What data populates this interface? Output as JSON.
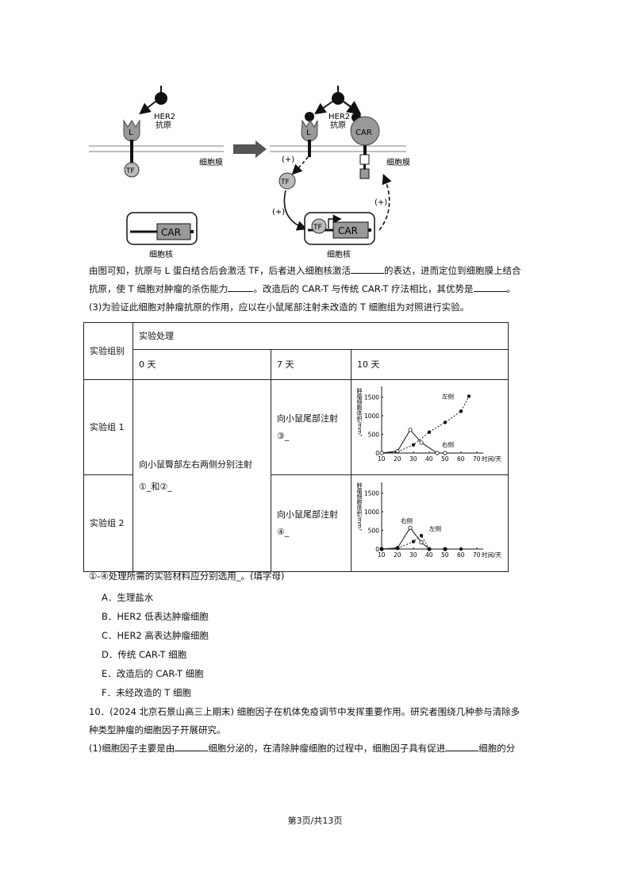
{
  "diagram": {
    "antigen_label_line1": "HER2",
    "antigen_label_line2": "抗原",
    "receptor_label": "L",
    "car_label": "CAR",
    "tf_label": "TF",
    "plus_label": "(+)",
    "membrane_label": "细胞膜",
    "nucleus_label": "细胞核"
  },
  "para1": {
    "line1_a": "由图可知，抗原与 L 蛋白结合后会激活 TF，后者进入细胞核激活",
    "line1_b": "的表达，进而定位到细胞膜上结合",
    "line2_a": "抗原，使 T 细胞对肿瘤的杀伤能力",
    "line2_b": "。改造后的 CAR-T 与传统 CAR-T 疗法相比，其优势是",
    "line2_c": "。",
    "line3": "(3)为验证此细胞对肿瘤抗原的作用，应以在小鼠尾部注射未改造的 T 细胞组为对照进行实验。"
  },
  "table": {
    "header_group": "实验组别",
    "header_treatment": "实验处理",
    "day0": "0 天",
    "day7": "7 天",
    "day10": "10 天",
    "group1": "实验组 1",
    "group2": "实验组 2",
    "day0_treatment_a": "向小鼠臀部左右两侧分别注射",
    "day0_treatment_b": "①_和②_",
    "g1_day7_a": "向小鼠尾部注射",
    "g1_day7_b": "③_",
    "g2_day7_a": "向小鼠尾部注射",
    "g2_day7_b": "④_"
  },
  "chart_data": [
    {
      "type": "line",
      "ylabel": "肿瘤细胞体积/mm³",
      "xlabel": "时间/天",
      "x_ticks": [
        10,
        20,
        30,
        40,
        50,
        60,
        70
      ],
      "y_ticks": [
        0,
        500,
        1000,
        1500
      ],
      "xlim": [
        10,
        70
      ],
      "ylim": [
        0,
        1700
      ],
      "series": [
        {
          "name": "左侧",
          "style": "dashed-filled",
          "x": [
            10,
            20,
            30,
            40,
            50,
            60,
            65
          ],
          "y": [
            0,
            30,
            220,
            560,
            820,
            1120,
            1520
          ]
        },
        {
          "name": "右侧",
          "style": "solid-open",
          "x": [
            10,
            20,
            28,
            35,
            45,
            50
          ],
          "y": [
            0,
            50,
            620,
            280,
            0,
            0
          ]
        }
      ]
    },
    {
      "type": "line",
      "ylabel": "肿瘤细胞体积/mm³",
      "xlabel": "时间/天",
      "x_ticks": [
        10,
        20,
        30,
        40,
        50,
        60,
        70
      ],
      "y_ticks": [
        0,
        500,
        1000,
        1500
      ],
      "xlim": [
        10,
        70
      ],
      "ylim": [
        0,
        1700
      ],
      "series": [
        {
          "name": "右侧",
          "style": "solid-open",
          "x": [
            10,
            20,
            28,
            35,
            40,
            50
          ],
          "y": [
            0,
            30,
            570,
            180,
            0,
            0
          ]
        },
        {
          "name": "左侧",
          "style": "dashed-filled",
          "x": [
            10,
            20,
            30,
            35,
            40,
            50,
            60
          ],
          "y": [
            0,
            20,
            200,
            360,
            0,
            0,
            0
          ]
        }
      ]
    }
  ],
  "options_intro": "①-④处理所需的实验材料应分别选用_。(填字母)",
  "options": [
    "A．生理盐水",
    "B．HER2 低表达肿瘤细胞",
    "C．HER2 高表达肿瘤细胞",
    "D．传统 CAR-T 细胞",
    "E．改造后的 CAR-T 细胞",
    "F．未经改造的 T 细胞"
  ],
  "q10": {
    "line1": "10．(2024 北京石景山高三上期末) 细胞因子在机体免疫调节中发挥重要作用。研究者围绕几种参与清除多",
    "line2": "种类型肿瘤的细胞因子开展研究。",
    "line3_a": "(1)细胞因子主要是由",
    "line3_b": "细胞分泌的，在清除肿瘤细胞的过程中，细胞因子具有促进",
    "line3_c": "细胞的分"
  },
  "footer": "第3页/共13页"
}
